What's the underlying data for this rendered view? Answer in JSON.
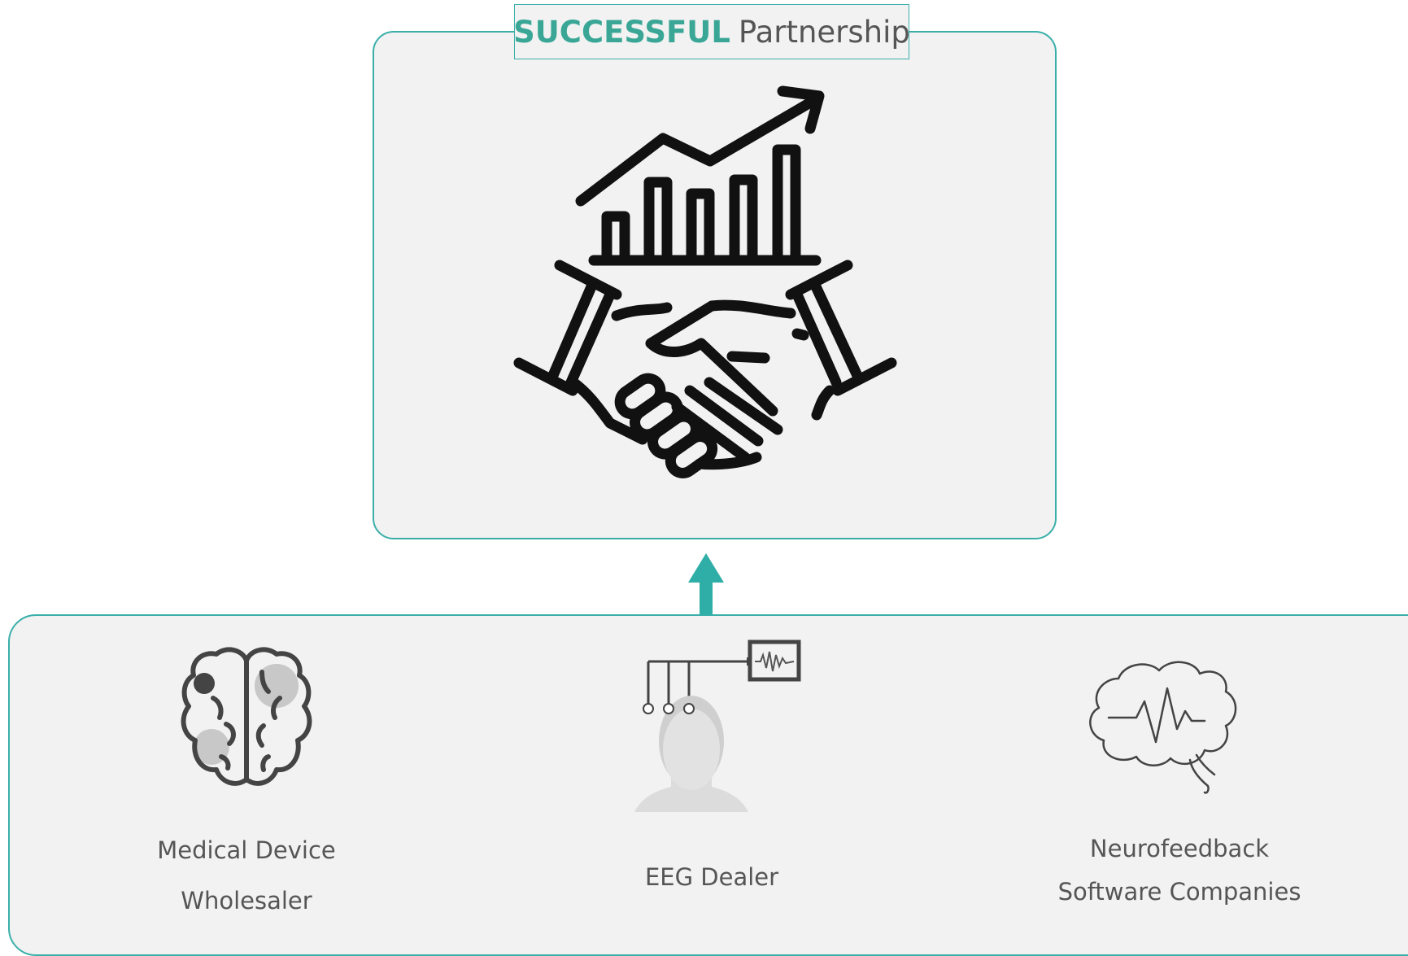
{
  "title": {
    "strong": "SUCCESSFUL",
    "rest": "Partnership"
  },
  "colors": {
    "accent": "#3aafa9",
    "title_accent": "#3aa796",
    "panel_bg": "#f2f2f2",
    "text": "#555555",
    "icon_dark": "#111111"
  },
  "partners": [
    {
      "icon": "brain-icon",
      "line1": "Medical Device",
      "line2": "Wholesaler"
    },
    {
      "icon": "eeg-head-icon",
      "line1": "EEG Dealer",
      "line2": ""
    },
    {
      "icon": "neurofeedback-brain-icon",
      "line1": "Neurofeedback",
      "line2": "Software Companies"
    }
  ]
}
